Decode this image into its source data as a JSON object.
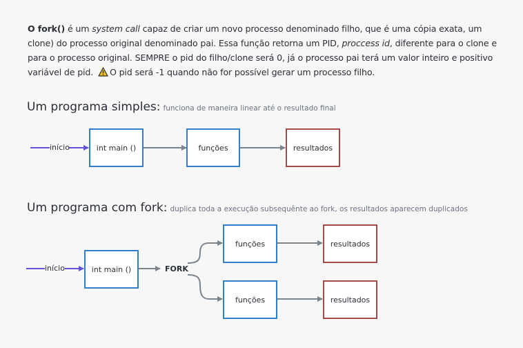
{
  "intro": {
    "fork_term": "O fork()",
    "p1": " é um ",
    "system_call": "system call",
    "p2": " capaz de criar um novo processo denominado filho, que é uma cópia exata, um clone) do processo original denominado pai. Essa função retorna um PID, ",
    "proccess_id": "proccess id",
    "p3": ", diferente para o clone e para o processo original. SEMPRE o pid do filho/clone será 0, já o processo pai terá um valor inteiro e positivo variável de pid. ",
    "warning": "O pid será -1 quando não for possível gerar um processo filho."
  },
  "simple": {
    "title": "Um programa simples:",
    "subtitle": "funciona de maneira linear até o resultado final",
    "start": "início",
    "main": "int main ()",
    "functions": "funções",
    "results": "resultados"
  },
  "fork_program": {
    "title": "Um programa com fork:",
    "subtitle": "duplica toda a execução subsequênte ao fork, os  resultados aparecem duplicados",
    "start": "início",
    "main": "int main ()",
    "fork": "FORK",
    "functions_top": "funções",
    "results_top": "resultados",
    "functions_bottom": "funções",
    "results_bottom": "resultados"
  },
  "colors": {
    "start_arrow": "#6050dc",
    "connector": "#7b838c",
    "box_blue": "#2f80c8",
    "box_red": "#a5484a",
    "warning": "#f2c019"
  },
  "icons": {
    "warning": "warning-triangle-icon"
  }
}
